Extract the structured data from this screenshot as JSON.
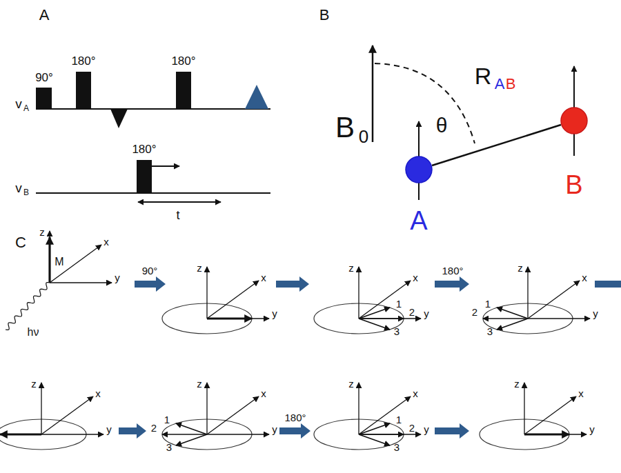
{
  "diagram": {
    "nodes": [
      {
        "text": [
          "A"
        ]
      },
      {
        "text": [
          "B"
        ]
      }
    ],
    "edges": [
      {
        "from": 0,
        "to": 1,
        "arrow": "none"
      }
    ],
    "labels": [
      "A",
      "90°",
      "180°",
      "180°",
      "v",
      "A",
      "180°",
      "v",
      "B",
      "t",
      "B",
      "B",
      "0",
      "θ",
      "R",
      "A",
      "B",
      "C",
      "z",
      "x",
      "y",
      "z",
      "x",
      "y",
      "z",
      "x",
      "y",
      "z",
      "x",
      "y",
      "z",
      "x",
      "y",
      "z",
      "x",
      "y",
      "z",
      "x",
      "y",
      "z",
      "x",
      "y",
      "M",
      "hν",
      "90°",
      "180°",
      "180°",
      "1",
      "2",
      "3",
      "1",
      "2",
      "3",
      "1",
      "2",
      "3",
      "1",
      "2",
      "3"
    ]
  }
}
